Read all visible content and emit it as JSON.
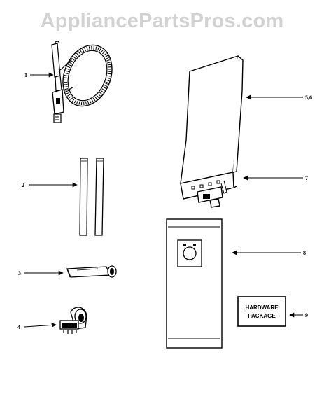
{
  "watermark": "AppliancePartsPros.com",
  "callouts": {
    "c1": "1",
    "c2": "2",
    "c3": "3",
    "c4": "4",
    "c56": "5,6",
    "c7": "7",
    "c8": "8",
    "c9": "9"
  },
  "hardware_box": {
    "line1": "HARDWARE",
    "line2": "PACKAGE"
  }
}
